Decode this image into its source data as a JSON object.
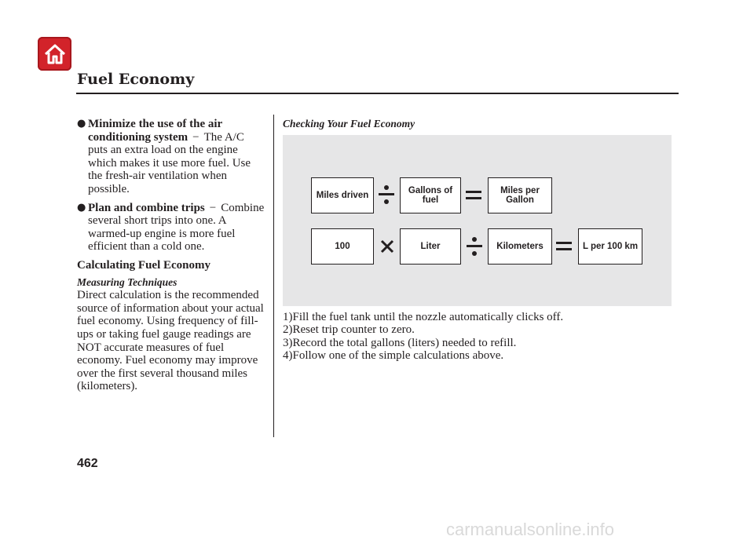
{
  "header": {
    "title": "Fuel Economy"
  },
  "left": {
    "bullets": [
      {
        "bold": "Minimize the use of the air conditioning system",
        "dash": "−",
        "text": "The A/C puts an extra load on the engine which makes it use more fuel. Use the fresh-air ventilation when possible."
      },
      {
        "bold": "Plan and combine trips",
        "dash": "−",
        "text": "Combine several short trips into one. A warmed-up engine is more fuel efficient than a cold one."
      }
    ],
    "heading": "Calculating Fuel Economy",
    "subheading": "Measuring Techniques",
    "body": "Direct calculation is the recommended source of information about your actual fuel economy. Using frequency of fill-ups or taking fuel gauge readings are NOT accurate measures of fuel economy. Fuel economy may improve over the first several thousand miles (kilometers)."
  },
  "right": {
    "subheading": "Checking Your Fuel Economy",
    "diagram": {
      "row1": [
        "Miles driven",
        "Gallons of fuel",
        "Miles per Gallon"
      ],
      "row2": [
        "100",
        "Liter",
        "Kilometers",
        "L per 100 km"
      ]
    },
    "steps": [
      "1)Fill the fuel tank until the nozzle automatically clicks off.",
      "2)Reset trip counter to zero.",
      "3)Record the total gallons (liters) needed to refill.",
      "4)Follow one of the simple calculations above."
    ]
  },
  "footer": {
    "page_number": "462",
    "watermark": "carmanualsonline.info"
  },
  "colors": {
    "home_button": "#d2232a",
    "panel": "#e6e6e7",
    "text": "#231f20"
  }
}
